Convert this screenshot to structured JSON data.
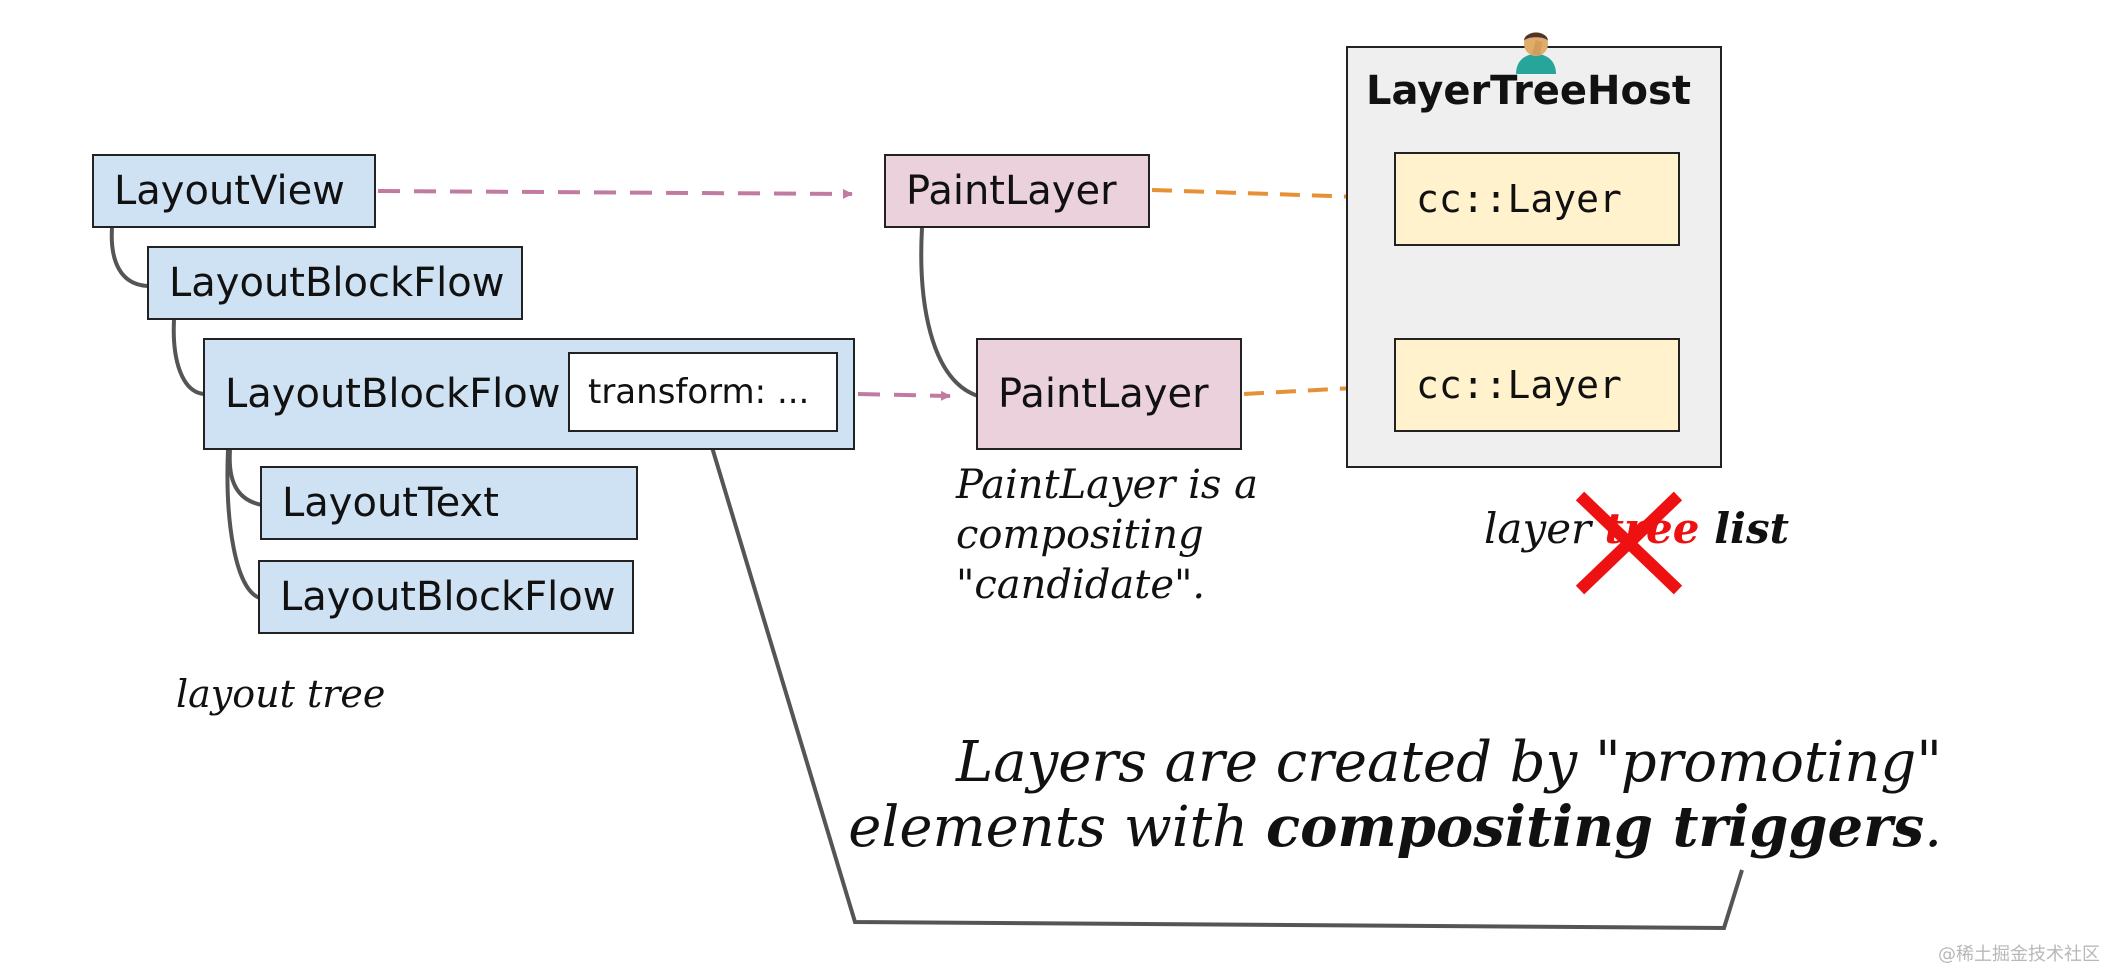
{
  "layout_tree": {
    "nodes": [
      "LayoutView",
      "LayoutBlockFlow",
      "LayoutBlockFlow",
      "LayoutText",
      "LayoutBlockFlow"
    ],
    "transform_label": "transform: ...",
    "caption": "layout tree"
  },
  "paint_layers": {
    "nodes": [
      "PaintLayer",
      "PaintLayer"
    ],
    "caption_lines": [
      "PaintLayer is a",
      "compositing",
      "\"candidate\"."
    ]
  },
  "layer_tree_host": {
    "title": "LayerTreeHost",
    "layers": [
      "cc::Layer",
      "cc::Layer"
    ],
    "caption_before": "layer ",
    "caption_struck": "tree",
    "caption_after": " list"
  },
  "main_caption": {
    "line1": "Layers are created by \"promoting\"",
    "line2_prefix": "elements with ",
    "line2_bold": "compositing triggers",
    "line2_suffix": "."
  },
  "watermark": "@稀土掘金技术社区",
  "colors": {
    "layout_fill": "#cfe2f3",
    "paint_fill": "#ead1dc",
    "cc_fill": "#fff2cc",
    "host_fill": "#efefef",
    "pink_arrow": "#c27ba0",
    "orange_arrow": "#e69138",
    "strike_red": "#ee1111"
  },
  "icons": [
    "person-facepalming-icon",
    "red-x-icon"
  ]
}
